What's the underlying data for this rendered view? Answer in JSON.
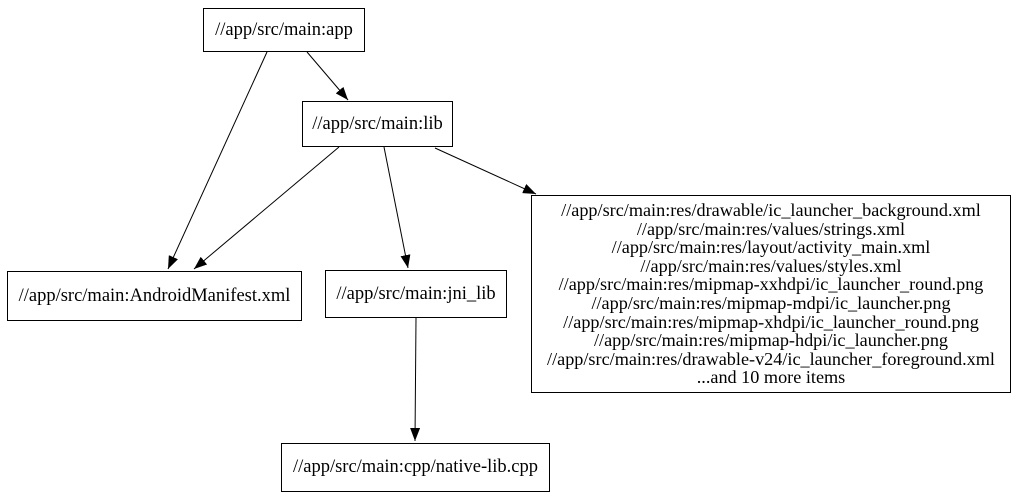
{
  "diagram": {
    "type": "dependency-graph",
    "background_color": "#ffffff",
    "node_border_color": "#000000",
    "edge_color": "#000000",
    "text_color": "#000000",
    "nodes": {
      "app": {
        "label": "//app/src/main:app"
      },
      "lib": {
        "label": "//app/src/main:lib"
      },
      "android_manifest": {
        "label": "//app/src/main:AndroidManifest.xml"
      },
      "jni_lib": {
        "label": "//app/src/main:jni_lib"
      },
      "res_files": {
        "lines": [
          "//app/src/main:res/drawable/ic_launcher_background.xml",
          "//app/src/main:res/values/strings.xml",
          "//app/src/main:res/layout/activity_main.xml",
          "//app/src/main:res/values/styles.xml",
          "//app/src/main:res/mipmap-xxhdpi/ic_launcher_round.png",
          "//app/src/main:res/mipmap-mdpi/ic_launcher.png",
          "//app/src/main:res/mipmap-xhdpi/ic_launcher_round.png",
          "//app/src/main:res/mipmap-hdpi/ic_launcher.png",
          "//app/src/main:res/drawable-v24/ic_launcher_foreground.xml",
          "...and 10 more items"
        ]
      },
      "native_lib_cpp": {
        "label": "//app/src/main:cpp/native-lib.cpp"
      }
    },
    "edges": [
      {
        "from": "app",
        "to": "lib"
      },
      {
        "from": "app",
        "to": "android_manifest"
      },
      {
        "from": "lib",
        "to": "android_manifest"
      },
      {
        "from": "lib",
        "to": "jni_lib"
      },
      {
        "from": "lib",
        "to": "res_files"
      },
      {
        "from": "jni_lib",
        "to": "native_lib_cpp"
      }
    ]
  }
}
